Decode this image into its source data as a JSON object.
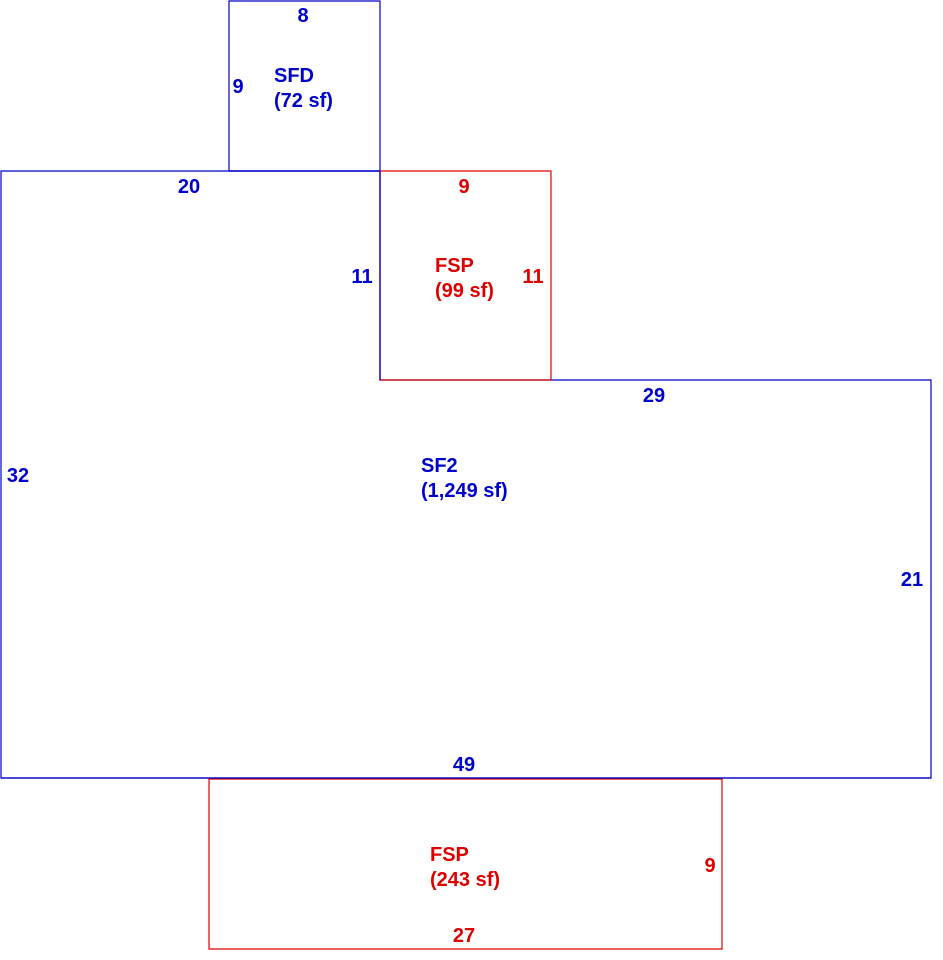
{
  "colors": {
    "living": "#0000cc",
    "porch": "#dd0000"
  },
  "areas": [
    {
      "id": "sfd",
      "code": "SFD",
      "area": "(72 sf)",
      "kind": "living"
    },
    {
      "id": "fsp1",
      "code": "FSP",
      "area": "(99 sf)",
      "kind": "porch"
    },
    {
      "id": "sf2",
      "code": "SF2",
      "area": "(1,249 sf)",
      "kind": "living"
    },
    {
      "id": "fsp2",
      "code": "FSP",
      "area": "(243 sf)",
      "kind": "porch"
    }
  ],
  "dimensions": {
    "sfd_top": "8",
    "sfd_left": "9",
    "sf2_top": "20",
    "fsp1_top": "9",
    "sf2_notch": "11",
    "fsp1_right": "11",
    "sf2_step": "29",
    "sf2_left": "32",
    "sf2_right": "21",
    "sf2_bottom": "49",
    "fsp2_right": "9",
    "fsp2_bottom": "27"
  }
}
